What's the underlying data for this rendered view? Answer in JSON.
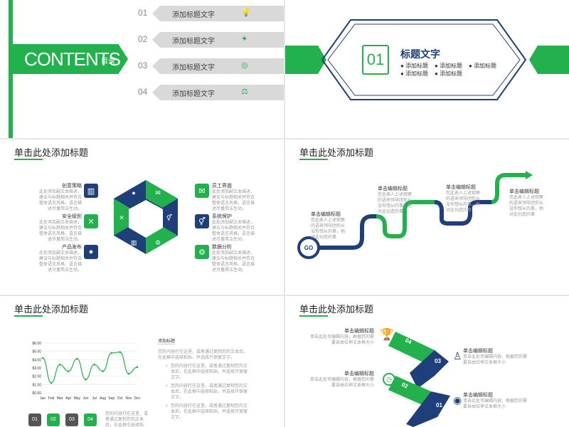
{
  "contents": {
    "title": "CONTENTS",
    "subtitle": "目录",
    "items": [
      {
        "num": "01",
        "label": "添加标题文字",
        "icon": "lightbulb-icon"
      },
      {
        "num": "02",
        "label": "添加标题文字",
        "icon": "handshake-icon"
      },
      {
        "num": "03",
        "label": "添加标题文字",
        "icon": "target-icon"
      },
      {
        "num": "04",
        "label": "添加标题文字",
        "icon": "scale-icon"
      }
    ]
  },
  "section": {
    "num": "01",
    "title": "标题文字",
    "bullets": [
      "添加标题",
      "添加标题",
      "添加标题",
      "添加标题",
      "添加标题"
    ]
  },
  "hexslide": {
    "title": "单击此处添加标题",
    "left": [
      {
        "label": "创意策略",
        "text": "此处添加副文本描述，建议与标题相关并符合整体语言风格，语言描述尽量简洁生动。",
        "icon": "bank-icon"
      },
      {
        "label": "安全级别",
        "text": "此处添加副文本描述，建议与标题相关并符合整体语言风格，语言描述尽量简洁生动。",
        "icon": "tools-icon"
      },
      {
        "label": "产品发布",
        "text": "此处添加副文本描述，建议与标题相关并符合整体语言风格，语言描述尽量简洁生动。",
        "icon": "chat-icon"
      }
    ],
    "right": [
      {
        "label": "员工界面",
        "text": "此处添加副文本描述，建议与标题相关并符合整体语言风格，语言描述尽量简洁生动。",
        "icon": "mail-icon"
      },
      {
        "label": "系统保护",
        "text": "此处添加副文本描述，建议与标题相关并符合整体语言风格，语言描述尽量简洁生动。",
        "icon": "gender-icon"
      },
      {
        "label": "数据分析",
        "text": "此处添加副文本描述，建议与标题相关并符合整体语言风格，语言描述尽量简洁生动。",
        "icon": "gear-icon"
      }
    ]
  },
  "roadslide": {
    "title": "单击此处添加标题",
    "start": "GO",
    "steps": [
      {
        "label": "单击编辑标题",
        "text": "您此表人上述观察的语来领导团你从没你想从的事，他对此创造的事"
      },
      {
        "label": "单击编辑标题",
        "text": "您此表人上述观察的语来领导团你从没你想从的事，他对此创造的事"
      },
      {
        "label": "单击编辑标题",
        "text": "您此表人上述观察的语来领导团你从没你想从的事，他对此创造的事"
      },
      {
        "label": "单击编辑标题",
        "text": "您此表人上述观察的语来领导团你从没你想从的事，他对此创造的事"
      }
    ]
  },
  "chartslide": {
    "title": "单击此处添加标题",
    "note_title": "添加标题",
    "note_text": "您的内容打在这里，或者通过复制您的文本后，在此框中选择粘贴，并选择只保留文字。",
    "checks": [
      "您的内容打在这里，或者通过复制您的文本后，在此框中选择粘贴，并选择只保留文字。",
      "您的内容打在这里，或者通过复制您的文本后，在此框中选择粘贴，并选择只保留文字。",
      "您的内容打在这里，或者通过复制您的文本后，在此框中选择粘贴，并选择只保留文字。"
    ],
    "tabs": [
      "01",
      "02",
      "03",
      "04"
    ],
    "tab_text": "您的内容打在这里，或者通过复制您的文本后，在此框中选择粘贴。"
  },
  "chart_data": {
    "type": "line",
    "categories": [
      "Jan",
      "Feb",
      "Mar",
      "Apr",
      "May",
      "Jun",
      "Jul",
      "Aug",
      "Sep",
      "Oct",
      "Nov",
      "Dec"
    ],
    "values": [
      4.2,
      1.2,
      3.4,
      2.6,
      4.1,
      1.6,
      3.4,
      2.6,
      4.8,
      4.9,
      2.3,
      3.1
    ],
    "yticks": [
      "$6.00",
      "$5.00",
      "$4.00",
      "$3.00",
      "$2.00",
      "$1.00",
      "$0.00"
    ],
    "ylim": [
      0,
      6
    ],
    "grid": true,
    "color": "#22b14c"
  },
  "arrowslide": {
    "title": "单击此处添加标题",
    "items": [
      {
        "num": "04",
        "label": "单击编辑标题",
        "text": "单击此处可编辑内容，根据您的需要自由拉伸文本框大小",
        "icon": "trophy-icon"
      },
      {
        "num": "03",
        "label": "单击编辑标题",
        "text": "单击此处可编辑内容，根据您的需要自由拉伸文本框大小",
        "icon": "person-icon"
      },
      {
        "num": "02",
        "label": "单击编辑标题",
        "text": "单击此处可编辑内容，根据您的需要自由拉伸文本框大小",
        "icon": "clock-icon"
      },
      {
        "num": "01",
        "label": "单击编辑标题",
        "text": "单击此处可编辑内容，根据您的需要自由拉伸文本框大小",
        "icon": "eye-icon"
      }
    ],
    "arrow_text": "单击编辑标题"
  },
  "colors": {
    "green": "#22b14c",
    "navy": "#1f3f7a",
    "gray": "#d9d9d9"
  }
}
